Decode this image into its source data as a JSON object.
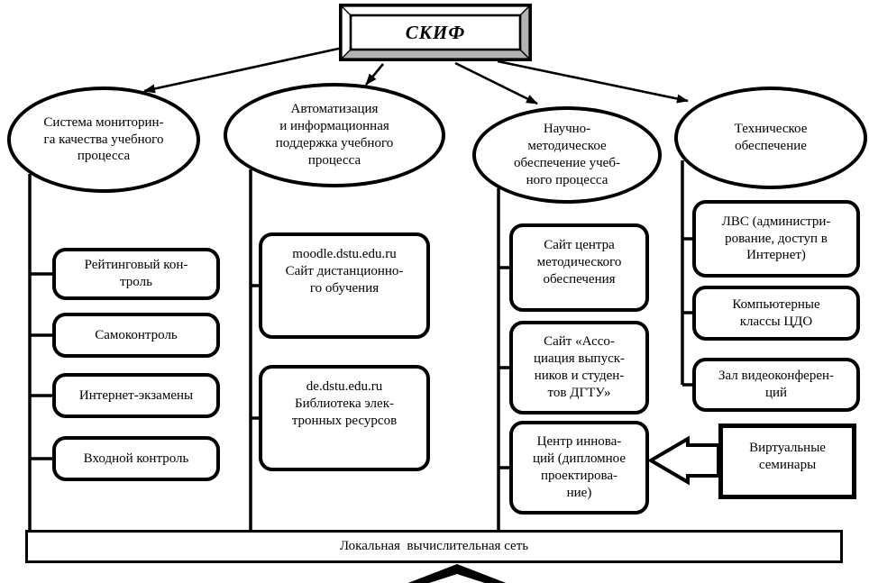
{
  "colors": {
    "line": "#000000",
    "node_fill": "#ffffff",
    "bevel_gray": "#b3b3b3"
  },
  "root_node": {
    "label": "СКИФ"
  },
  "branches": [
    {
      "label": "Система мониторин-\nга качества учебного\nпроцесса",
      "children": [
        "Рейтинговый кон-\nтроль",
        "Самоконтроль",
        "Интернет-экзамены",
        "Входной контроль"
      ]
    },
    {
      "label": "Автоматизация\nи информационная\nподдержка учебного\nпроцесса",
      "children": [
        "moodle.dstu.edu.ru\nСайт дистанционно-\nго обучения",
        "de.dstu.edu.ru\nБиблиотека элек-\nтронных ресурсов"
      ]
    },
    {
      "label": "Научно-\nметодическое\nобеспечение учеб-\nного процесса",
      "children": [
        "Сайт центра\nметодического\nобеспечения",
        "Сайт «Ассо-\nциация выпуск-\nников и студен-\nтов ДГТУ»",
        "Центр иннова-\nций (дипломное\nпроектирова-\nние)"
      ]
    },
    {
      "label": "Техническое\nобеспечение",
      "children": [
        "ЛВС (администри-\nрование, доступ в\nИнтернет)",
        "Компьютерные\nклассы ЦДО",
        "Зал видеоконферен-\nций"
      ]
    }
  ],
  "side_node": {
    "label": "Виртуальные\nсеминары"
  },
  "network_bar": {
    "label": "Локальная  вычислительная сеть"
  }
}
